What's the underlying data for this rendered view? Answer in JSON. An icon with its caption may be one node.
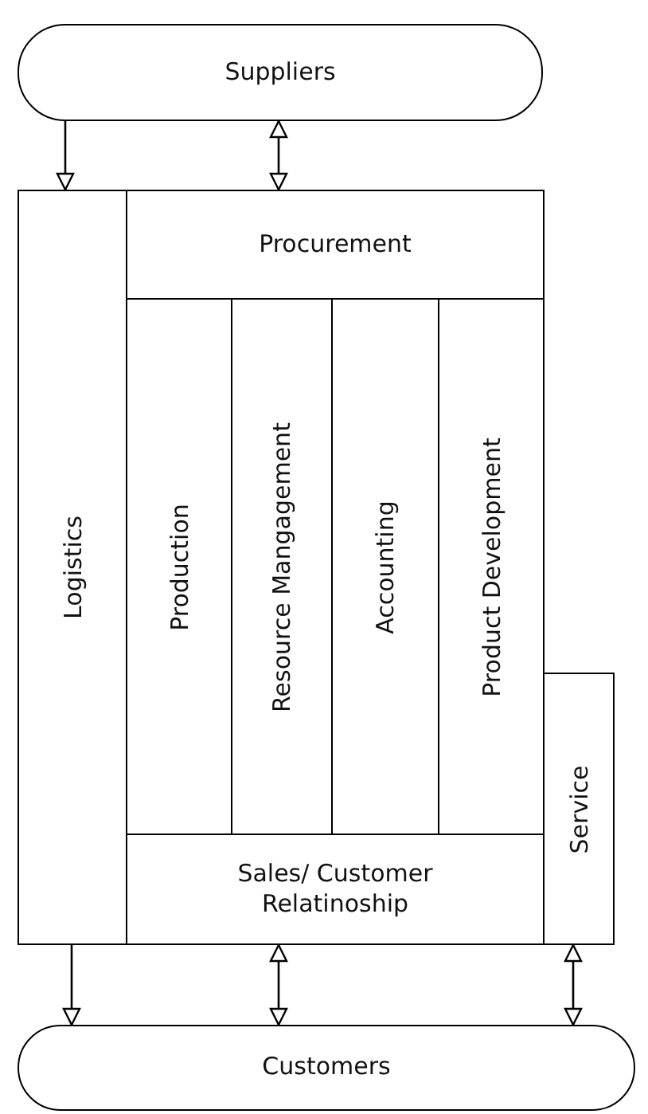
{
  "diagram": {
    "nodes": [
      {
        "text": [
          "Suppliers"
        ]
      },
      {
        "text": [
          "Logistics"
        ]
      },
      {
        "text": [
          "Procurement"
        ]
      },
      {
        "text": [
          "Production"
        ]
      },
      {
        "text": [
          "Resource Mangagement"
        ]
      },
      {
        "text": [
          "Accounting"
        ]
      },
      {
        "text": [
          "Product Development"
        ]
      },
      {
        "text": [
          "Sales/ Customer Relatinoship"
        ]
      },
      {
        "text": [
          "Service"
        ]
      },
      {
        "text": [
          "Customers"
        ]
      }
    ],
    "edges": [
      {
        "from": 0,
        "to": 1,
        "arrow": "to"
      },
      {
        "from": 0,
        "to": 2,
        "arrow": "both"
      },
      {
        "from": 1,
        "to": 9,
        "arrow": "to"
      },
      {
        "from": 7,
        "to": 9,
        "arrow": "both"
      },
      {
        "from": 8,
        "to": 9,
        "arrow": "both"
      }
    ]
  }
}
